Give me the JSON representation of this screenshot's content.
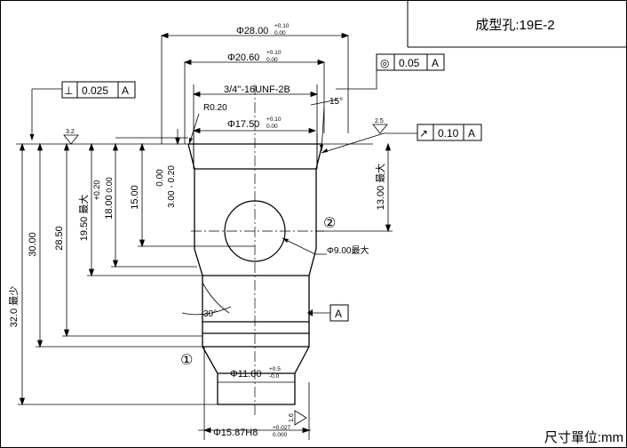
{
  "title_block": {
    "part_title": "成型孔:19E-2"
  },
  "units_note": "尺寸單位:mm",
  "dimensions": {
    "top_dia": {
      "main": "Φ28.00",
      "upper": "+0.10",
      "lower": "0.00"
    },
    "dia_2060": {
      "main": "Φ20.60",
      "upper": "+0.10",
      "lower": "0.00"
    },
    "thread": "3/4\"-16UNF-2B",
    "radius": "R0.20",
    "dia_1750": {
      "main": "Φ17.50",
      "upper": "+0.10",
      "lower": "0.00"
    },
    "angle_top": "15°",
    "angle_30": "30°",
    "hole_dia": "Φ9.00最大",
    "bore_dia": {
      "main": "Φ11.00",
      "upper": "+0.5",
      "lower": "-0.0"
    },
    "base_dia": {
      "main": "Φ15.87H8",
      "upper": "+0.027",
      "lower": "0.000"
    },
    "h_0320": {
      "upper": "0.00",
      "lower": "3.00 - 0.20"
    },
    "h_1500": "15.00",
    "h_1800": {
      "main": "18.00",
      "upper": "+0.20",
      "lower": "0.00"
    },
    "h_1950": "19.50 最大",
    "h_2850": "28.50",
    "h_3000": "30.00",
    "h_3200": "32.0 最少",
    "h_1300": "13.00 最大"
  },
  "gdt": {
    "perpendicularity": {
      "symbol": "⊥",
      "tolerance": "0.025",
      "datum": "A"
    },
    "concentricity": {
      "symbol": "◎",
      "tolerance": "0.05",
      "datum": "A"
    },
    "runout": {
      "symbol": "↗",
      "tolerance": "0.10",
      "datum": "A"
    },
    "datum_label": "A"
  },
  "surface_finish": {
    "top_left": "3.2",
    "top_right": "2.5",
    "bottom": "1.6"
  },
  "markers": {
    "circle_1": "①",
    "circle_2": "②"
  }
}
